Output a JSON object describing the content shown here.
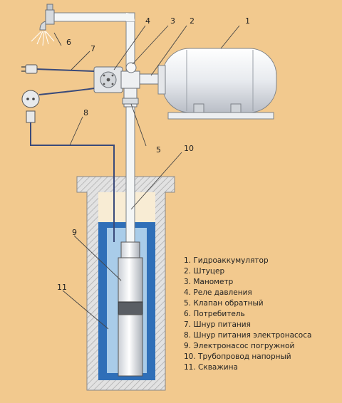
{
  "diagram": {
    "callouts": [
      "1",
      "2",
      "3",
      "4",
      "5",
      "6",
      "7",
      "8",
      "9",
      "10",
      "11"
    ],
    "legend": [
      "1. Гидроаккумулятор",
      "2. Штуцер",
      "3. Манометр",
      "4. Реле давления",
      "5. Клапан обратный",
      "6. Потребитель",
      "7. Шнур питания",
      "8. Шнур питания электронасоса",
      "9. Электронасос погружной",
      "10. Трубопровод напорный",
      "11. Скважина"
    ],
    "colors": {
      "background": "#f2c98e",
      "pipe": "#f4f6f6",
      "water": "#2f6fb8",
      "well_wall": "#dcdcdc",
      "cable": "#3a4a7a",
      "outline": "#555555"
    }
  }
}
